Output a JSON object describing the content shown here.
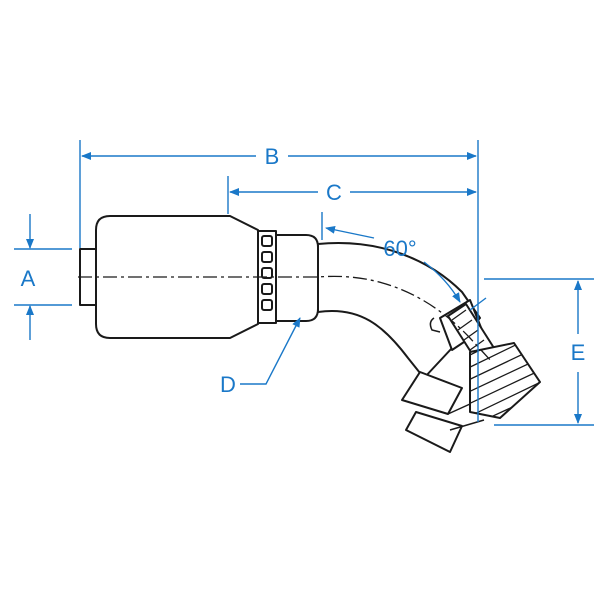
{
  "colors": {
    "dimension": "#1a78c8",
    "part_line": "#1a1a1a",
    "background": "#ffffff"
  },
  "labels": {
    "a": "A",
    "b": "B",
    "c": "C",
    "d": "D",
    "e": "E",
    "angle": "60°"
  }
}
